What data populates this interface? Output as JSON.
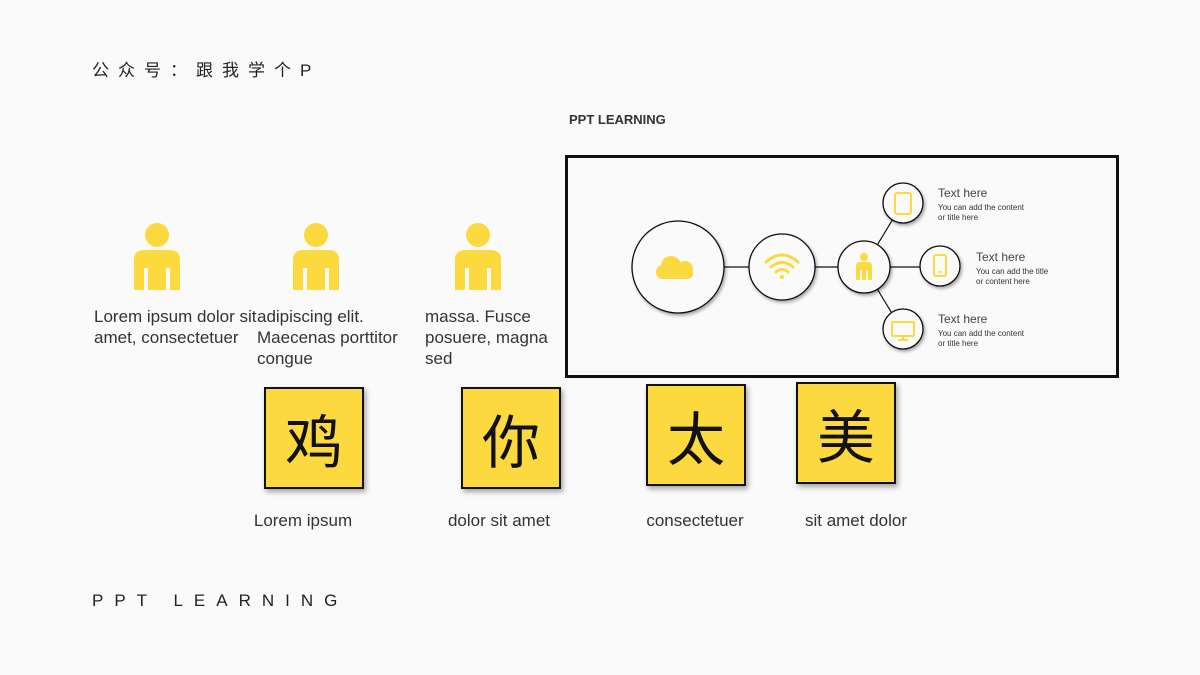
{
  "header": {
    "title": "公众号：跟我学个P"
  },
  "footer": {
    "title": "PPT LEARNING"
  },
  "diagram": {
    "section_label": "PPT LEARNING",
    "accent_color": "#fcd93f",
    "central_icons": [
      "cloud-icon",
      "wifi-icon",
      "person-icon"
    ],
    "nodes": [
      {
        "icon": "tablet-icon",
        "title": "Text here",
        "subtitle": "You can add the content or title here"
      },
      {
        "icon": "phone-icon",
        "title": "Text here",
        "subtitle": "You can add the title or content here"
      },
      {
        "icon": "monitor-icon",
        "title": "Text here",
        "subtitle": "You can add the content or title here"
      }
    ]
  },
  "people": [
    {
      "icon": "person-icon",
      "text": "Lorem ipsum dolor sit amet, consectetuer"
    },
    {
      "icon": "person-icon",
      "text": "adipiscing elit. Maecenas porttitor congue"
    },
    {
      "icon": "person-icon",
      "text": "massa. Fusce posuere, magna sed"
    }
  ],
  "characters": [
    {
      "char": "鸡",
      "caption": "Lorem ipsum"
    },
    {
      "char": "你",
      "caption": "dolor sit amet"
    },
    {
      "char": "太",
      "caption": "consectetuer"
    },
    {
      "char": "美",
      "caption": "sit amet dolor"
    }
  ]
}
